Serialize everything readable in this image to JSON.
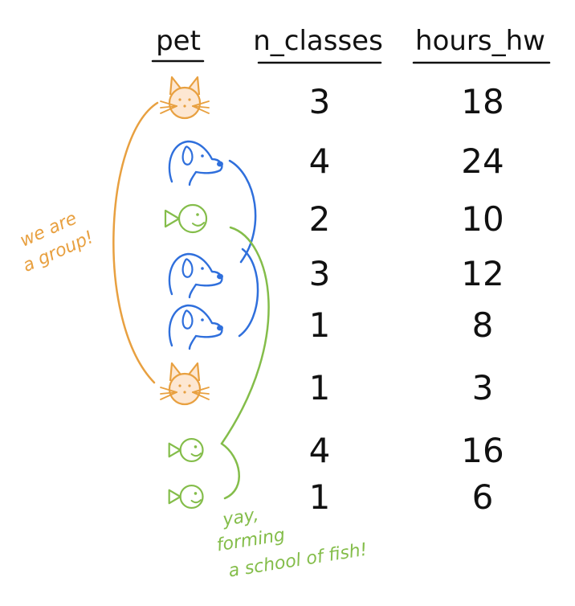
{
  "table": {
    "headers": [
      "pet",
      "n_classes",
      "hours_hw"
    ],
    "rows": [
      {
        "pet": "cat",
        "n_classes": "3",
        "hours_hw": "18"
      },
      {
        "pet": "dog",
        "n_classes": "4",
        "hours_hw": "24"
      },
      {
        "pet": "fish",
        "n_classes": "2",
        "hours_hw": "10"
      },
      {
        "pet": "dog",
        "n_classes": "3",
        "hours_hw": "12"
      },
      {
        "pet": "dog",
        "n_classes": "1",
        "hours_hw": "8"
      },
      {
        "pet": "cat",
        "n_classes": "1",
        "hours_hw": "3"
      },
      {
        "pet": "fish",
        "n_classes": "4",
        "hours_hw": "16"
      },
      {
        "pet": "fish",
        "n_classes": "1",
        "hours_hw": "6"
      }
    ]
  },
  "annotations": {
    "cats": [
      "we are",
      "a group!"
    ],
    "fish": [
      "yay,",
      "forming",
      "a school of fish!"
    ]
  },
  "colors": {
    "cat": "#E8A040",
    "cat_fill": "#FDE7D2",
    "dog": "#2F6FDC",
    "fish": "#84BD4A",
    "ink": "#111111"
  },
  "icons": {
    "cat": "cat-face-icon",
    "dog": "dog-head-icon",
    "fish": "fish-icon"
  }
}
